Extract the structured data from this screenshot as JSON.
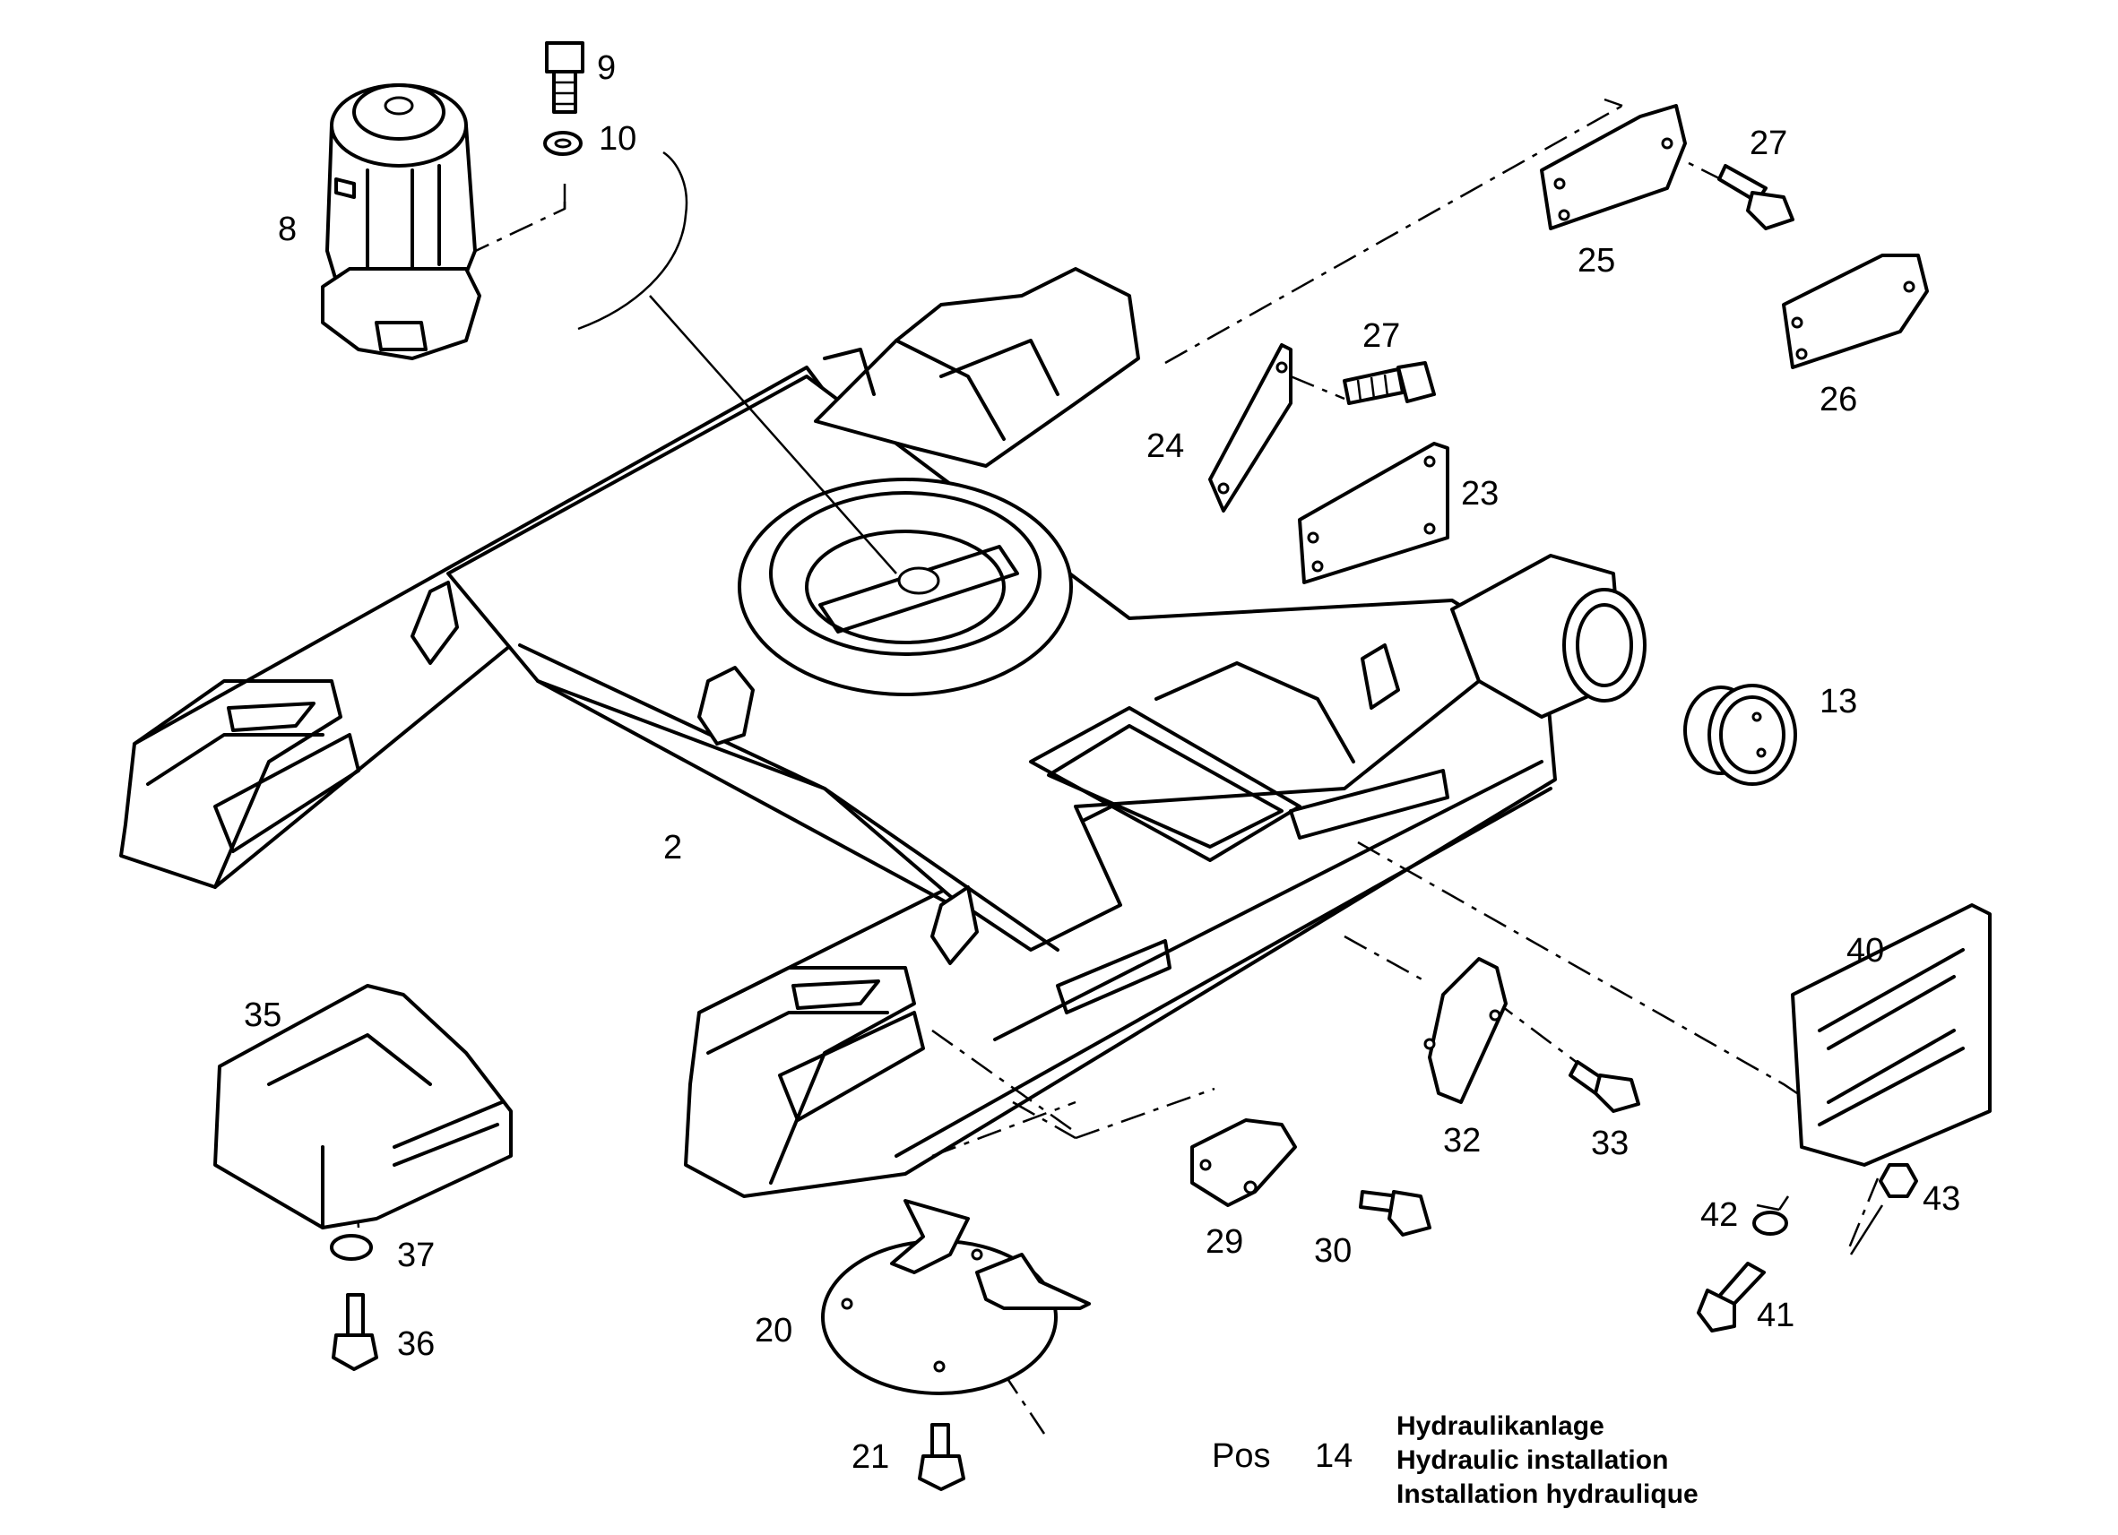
{
  "callouts": {
    "c8": "8",
    "c9": "9",
    "c10": "10",
    "c27a": "27",
    "c25": "25",
    "c26": "26",
    "c27b": "27",
    "c24": "24",
    "c23": "23",
    "c13": "13",
    "c2": "2",
    "c40": "40",
    "c35": "35",
    "c32": "32",
    "c33": "33",
    "c29": "29",
    "c30": "30",
    "c37": "37",
    "c36": "36",
    "c20": "20",
    "c21": "21",
    "c42": "42",
    "c43": "43",
    "c41": "41"
  },
  "legend": {
    "pos_label": "Pos",
    "pos_number": "14",
    "lines": [
      "Hydraulikanlage",
      "Hydraulic installation",
      "Installation hydraulique"
    ]
  }
}
